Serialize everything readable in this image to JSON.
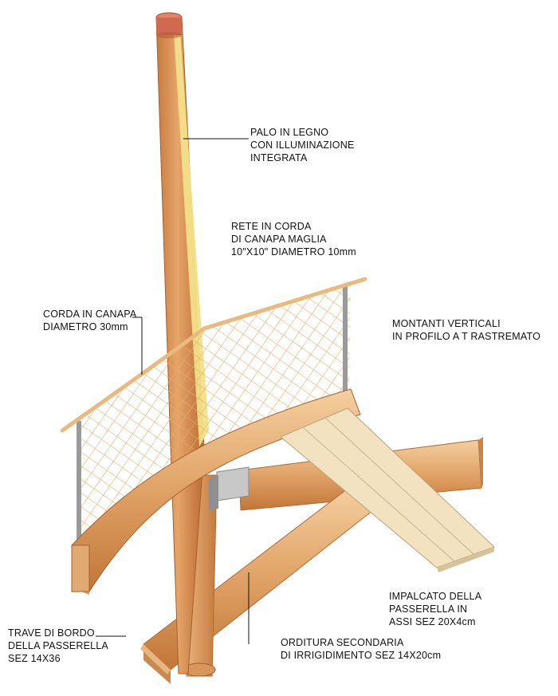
{
  "labels": {
    "palo": {
      "lines": [
        "PALO IN LEGNO",
        "CON ILLUMINAZIONE",
        "INTEGRATA"
      ]
    },
    "rete": {
      "lines": [
        "RETE IN CORDA",
        "DI CANAPA MAGLIA",
        "10\"X10\" DIAMETRO 10mm"
      ]
    },
    "corda": {
      "lines": [
        "CORDA IN CANAPA",
        "DIAMETRO 30mm"
      ]
    },
    "montanti": {
      "lines": [
        "MONTANTI VERTICALI",
        "IN PROFILO A T RASTREMATO"
      ]
    },
    "impalcato": {
      "lines": [
        "IMPALCATO DELLA",
        "PASSERELLA IN",
        "ASSI SEZ 20X4cm"
      ]
    },
    "trave": {
      "lines": [
        "TRAVE DI BORDO",
        "DELLA PASSERELLA",
        "SEZ 14X36"
      ]
    },
    "orditura": {
      "lines": [
        "ORDITURA SECONDARIA",
        "DI IRRIGIDIMENTO SEZ 14X20cm"
      ]
    }
  },
  "colors": {
    "wood_light": "#f0c490",
    "wood_mid": "#d9914f",
    "wood_dark": "#b9692d",
    "pole_light_strip": "#f3e08a",
    "pole_cap": "#cf6a4e",
    "net_rope": "#e8b46e",
    "metal": "#9a9a9a",
    "deck_board": "#f2e2bf",
    "text": "#111111"
  }
}
